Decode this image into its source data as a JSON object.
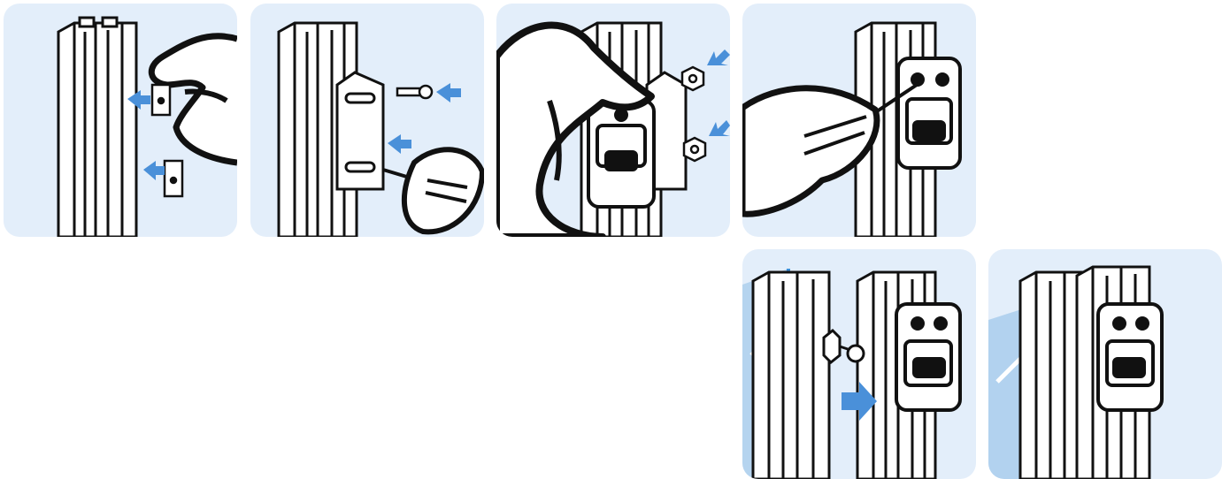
{
  "colors": {
    "panel_bg": "#e3eefa",
    "ink": "#111111",
    "metal": "#ffffff",
    "arrow": "#4a90d9",
    "glass": "#a9cdec",
    "glass_edge": "#3a8fd8"
  },
  "steps": [
    {
      "name": "insert-slot-nuts",
      "icons": [
        "hand-icon",
        "slot-nut-icon",
        "arrow-icon"
      ]
    },
    {
      "name": "attach-bracket",
      "icons": [
        "bracket-icon",
        "screw-icon",
        "screwdriver-icon",
        "arrow-icon"
      ]
    },
    {
      "name": "mount-switch-body",
      "icons": [
        "hand-icon",
        "switch-body-icon",
        "nut-icon",
        "arrow-icon"
      ]
    },
    {
      "name": "tighten-switch-screws",
      "icons": [
        "screwdriver-icon",
        "hand-icon",
        "switch-body-icon"
      ]
    },
    {
      "name": "insert-actuator",
      "icons": [
        "glass-door-icon",
        "actuator-key-icon",
        "arrow-icon"
      ]
    },
    {
      "name": "door-closed",
      "icons": [
        "glass-door-icon",
        "switch-body-icon"
      ]
    }
  ]
}
